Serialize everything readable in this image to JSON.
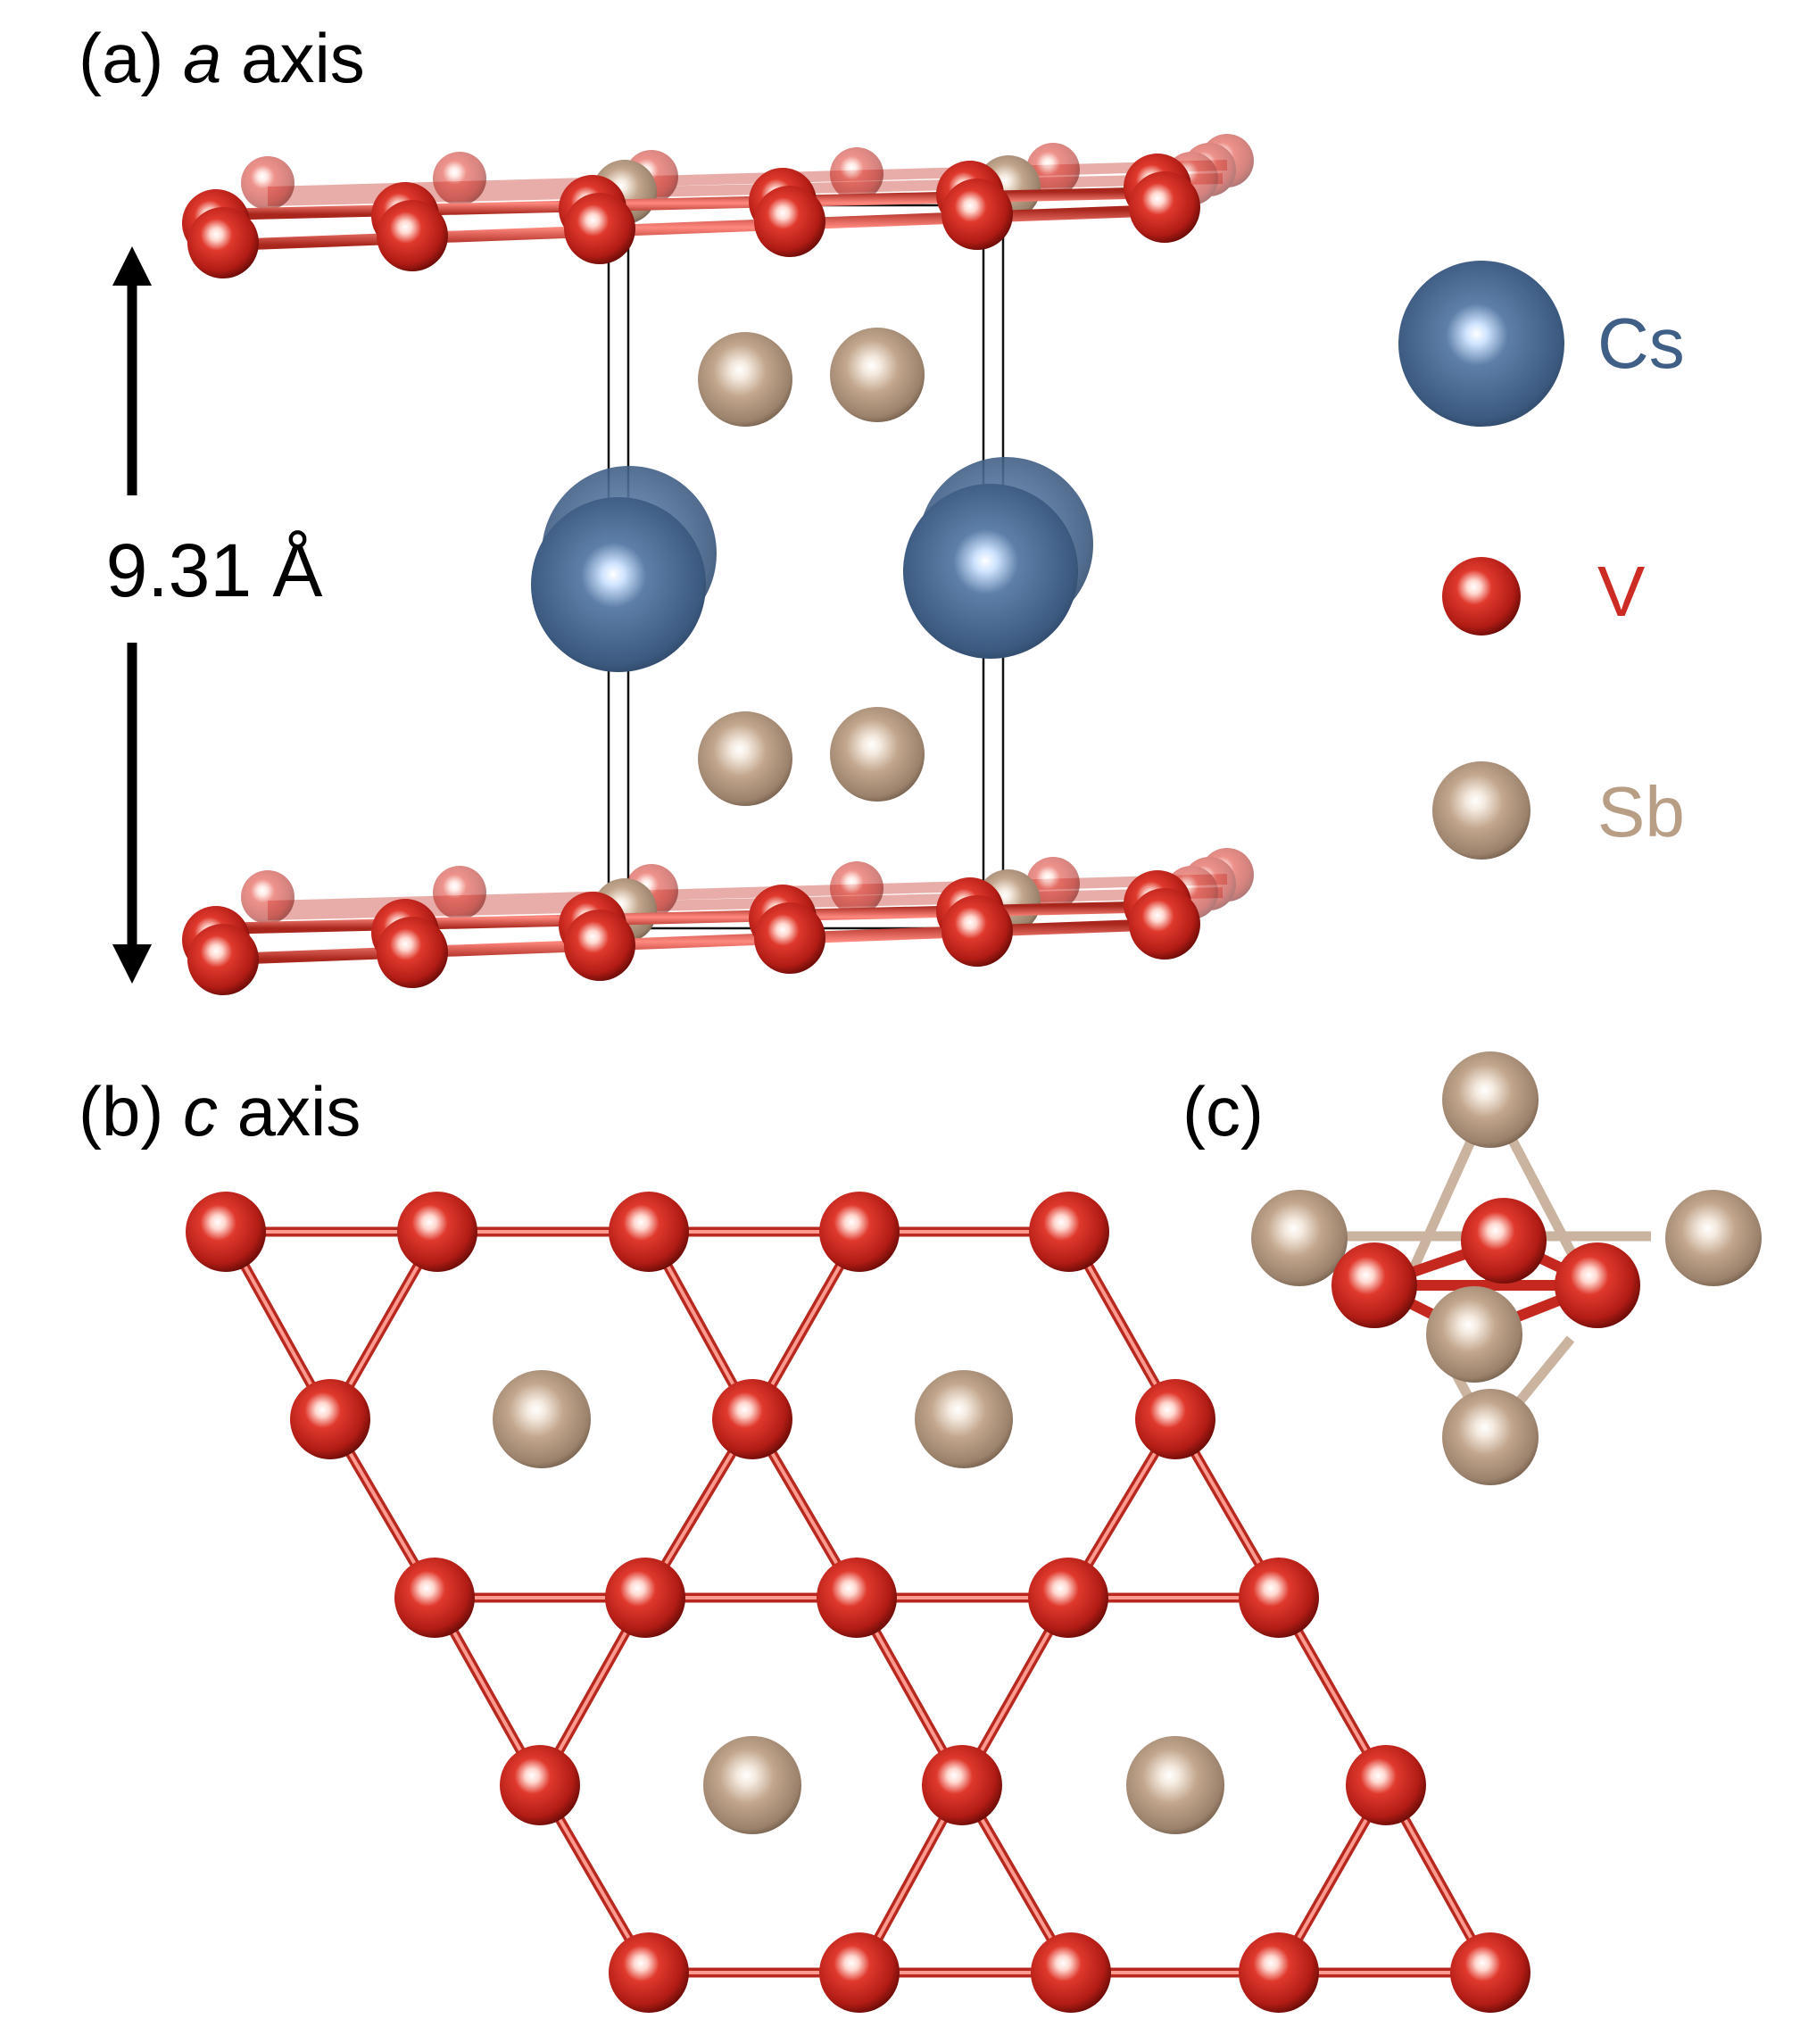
{
  "panels": {
    "a": {
      "prefix": "(a) ",
      "axis_letter": "a",
      "suffix": " axis"
    },
    "b": {
      "prefix": "(b) ",
      "axis_letter": "c",
      "suffix": " axis"
    },
    "c": {
      "label": "(c)"
    }
  },
  "dimension": {
    "value": "9.31 Å"
  },
  "legend": [
    {
      "element": "Cs",
      "color": "#3f5f86"
    },
    {
      "element": "V",
      "color": "#cd2c24"
    },
    {
      "element": "Sb",
      "color": "#b99e86"
    }
  ],
  "colors": {
    "bond_V": "#d03a2e",
    "bond_Sb": "#c8b09a",
    "cell_edge": "#111111"
  }
}
